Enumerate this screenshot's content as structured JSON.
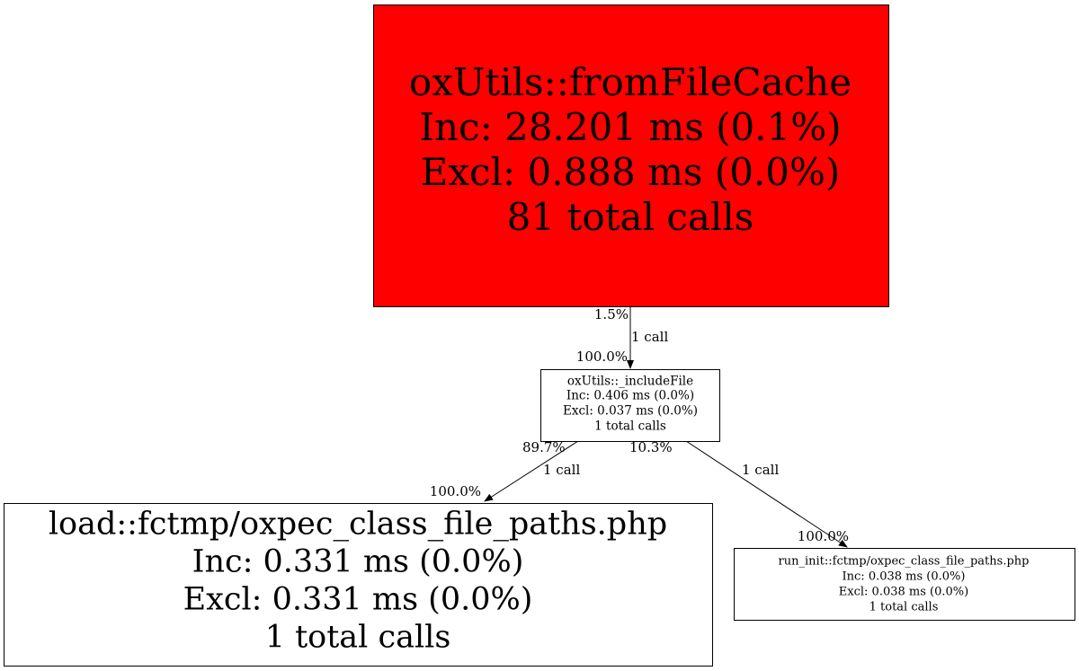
{
  "nodes": {
    "fromFileCache": {
      "lines": [
        "oxUtils::fromFileCache",
        "Inc: 28.201 ms (0.1%)",
        "Excl: 0.888 ms (0.0%)",
        "81 total calls"
      ],
      "fill": "#ff0000"
    },
    "includeFile": {
      "lines": [
        "oxUtils::_includeFile",
        "Inc: 0.406 ms (0.0%)",
        "Excl: 0.037 ms (0.0%)",
        "1 total calls"
      ],
      "fill": "#ffffff"
    },
    "load": {
      "lines": [
        "load::fctmp/oxpec_class_file_paths.php",
        "Inc: 0.331 ms (0.0%)",
        "Excl: 0.331 ms (0.0%)",
        "1 total calls"
      ],
      "fill": "#ffffff"
    },
    "run_init": {
      "lines": [
        "run_init::fctmp/oxpec_class_file_paths.php",
        "Inc: 0.038 ms (0.0%)",
        "Excl: 0.038 ms (0.0%)",
        "1 total calls"
      ],
      "fill": "#ffffff"
    }
  },
  "edges": [
    {
      "from": "fromFileCache",
      "to": "includeFile",
      "tail_label": "1.5%",
      "label": "1 call",
      "head_label": "100.0%"
    },
    {
      "from": "includeFile",
      "to": "load",
      "tail_label": "89.7%",
      "label": "1 call",
      "head_label": "100.0%"
    },
    {
      "from": "includeFile",
      "to": "run_init",
      "tail_label": "10.3%",
      "label": "1 call",
      "head_label": "100.0%"
    }
  ]
}
